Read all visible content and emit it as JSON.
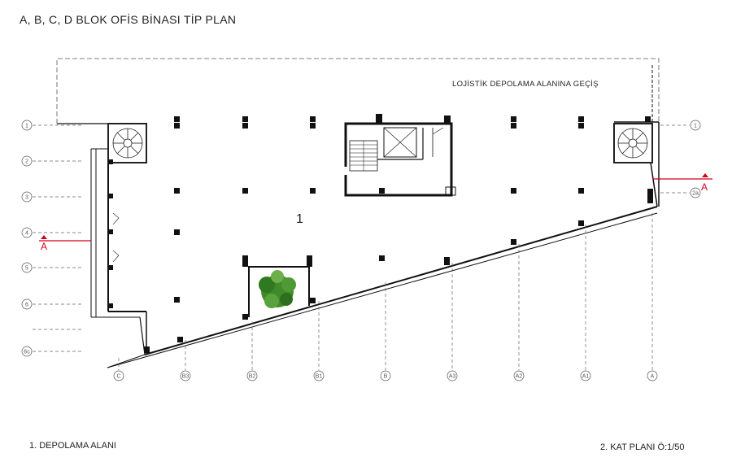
{
  "title": "A, B, C, D BLOK OFİS BİNASI TİP PLAN",
  "plan_note": "LOJİSTİK DEPOLAMA ALANINA GEÇİŞ",
  "room_number": "1",
  "legend": "1. DEPOLAMA ALANI",
  "scale_label": "2. KAT PLANI  Ö:1/50",
  "section_mark": "A",
  "colors": {
    "section": "#d0021b",
    "wall": "#111111",
    "tree": "#3f8a2a"
  },
  "grid_left": [
    "1",
    "2",
    "3",
    "4",
    "5",
    "6",
    "6c"
  ],
  "grid_right": [
    "1",
    "2a"
  ],
  "grid_bottom": [
    "C",
    "B3",
    "B2",
    "B1",
    "B",
    "A3",
    "A2",
    "A1",
    "A"
  ]
}
